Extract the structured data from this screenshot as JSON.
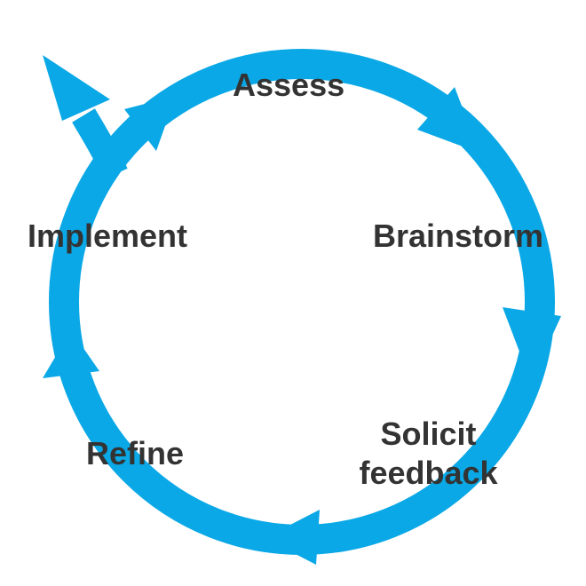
{
  "diagram": {
    "type": "cycle",
    "color": "#0aa8e6",
    "text_color": "#333333",
    "stages": [
      {
        "id": "assess",
        "label": "Assess"
      },
      {
        "id": "brainstorm",
        "label": "Brainstorm"
      },
      {
        "id": "solicit",
        "label_line1": "Solicit",
        "label_line2": "feedback"
      },
      {
        "id": "refine",
        "label": "Refine"
      },
      {
        "id": "implement",
        "label": "Implement"
      }
    ],
    "flow_direction": "clockwise",
    "exit_arrow": "top-left"
  }
}
